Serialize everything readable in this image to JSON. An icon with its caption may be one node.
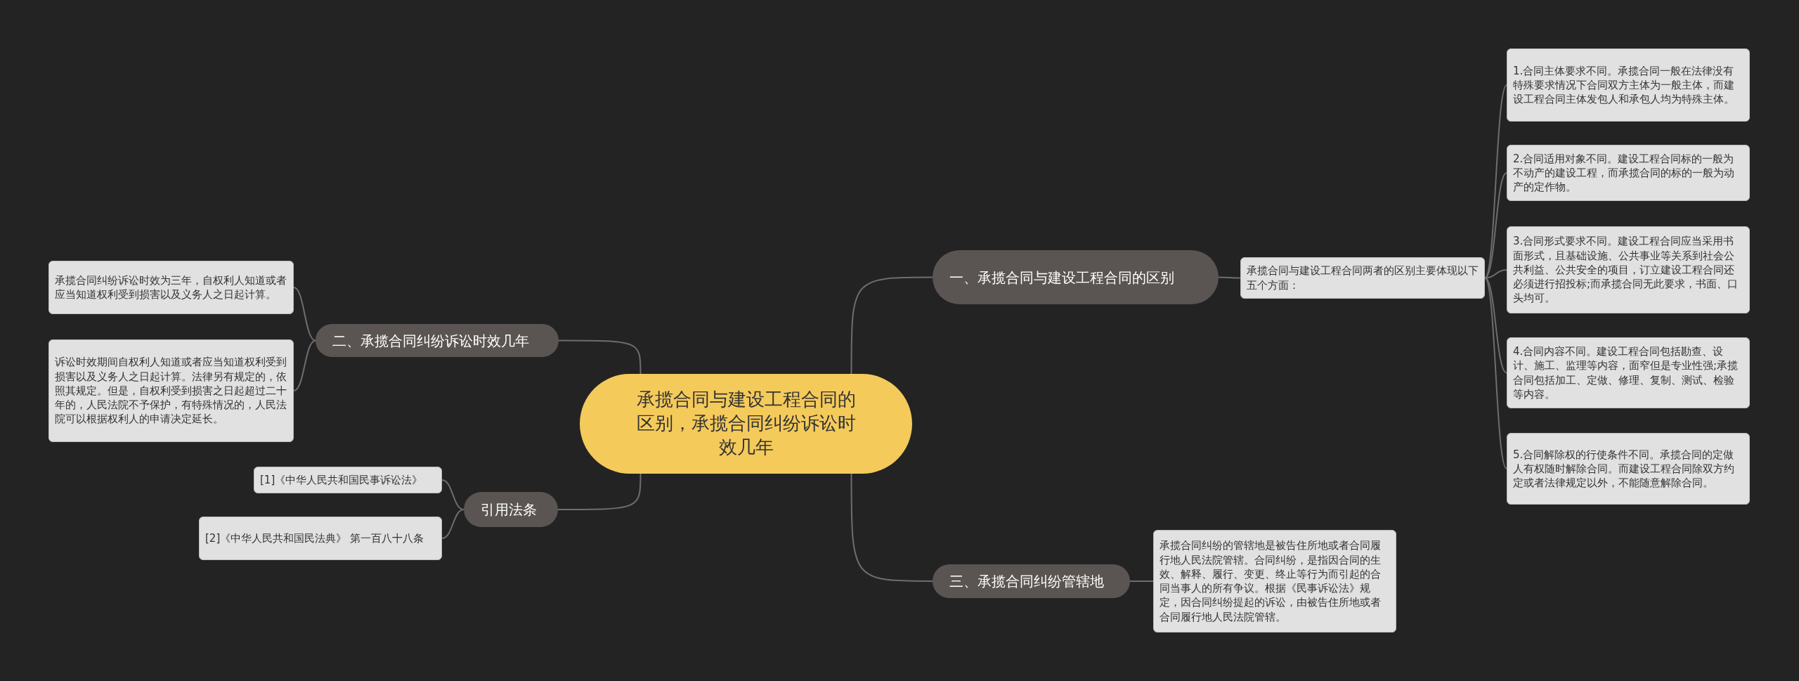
{
  "diagram": {
    "nodes": [
      {
        "text": [
          "承揽合同与建设工程合同的区别，承揽合同纠纷诉讼时效几年"
        ]
      },
      {
        "text": [
          "一、承揽合同与建设工程合同的区别"
        ]
      },
      {
        "text": [
          "承揽合同与建设工程合同两者的区别主要体现以下五个方面："
        ]
      },
      {
        "text": [
          "1.合同主体要求不同。承揽合同一般在法律没有特殊要求情况下合同双方主体为一般主体，而建设工程合同主体发包人和承包人均为特殊主体。"
        ]
      },
      {
        "text": [
          "2.合同适用对象不同。建设工程合同标的一般为不动产的建设工程，而承揽合同的标的一般为动产的定作物。"
        ]
      },
      {
        "text": [
          "3.合同形式要求不同。建设工程合同应当采用书面形式，且基础设施、公共事业等关系到社会公共利益、公共安全的项目，订立建设工程合同还必须进行招投标;而承揽合同无此要求，书面、口头均可。"
        ]
      },
      {
        "text": [
          "4.合同内容不同。建设工程合同包括勘查、设计、施工、监理等内容，面窄但是专业性强;承揽合同包括加工、定做、修理、复制、测试、检验等内容。"
        ]
      },
      {
        "text": [
          "5.合同解除权的行使条件不同。承揽合同的定做人有权随时解除合同。而建设工程合同除双方约定或者法律规定以外，不能随意解除合同。"
        ]
      },
      {
        "text": [
          "二、承揽合同纠纷诉讼时效几年"
        ]
      },
      {
        "text": [
          "承揽合同纠纷诉讼时效为三年，自权利人知道或者应当知道权利受到损害以及义务人之日起计算。"
        ]
      },
      {
        "text": [
          "诉讼时效期间自权利人知道或者应当知道权利受到损害以及义务人之日起计算。法律另有规定的，依照其规定。但是，自权利受到损害之日起超过二十年的，人民法院不予保护，有特殊情况的，人民法院可以根据权利人的申请决定延长。"
        ]
      },
      {
        "text": [
          "引用法条"
        ]
      },
      {
        "text": [
          "[1]《中华人民共和国民事诉讼法》"
        ]
      },
      {
        "text": [
          "[2]《中华人民共和国民法典》 第一百八十八条"
        ]
      },
      {
        "text": [
          "三、承揽合同纠纷管辖地"
        ]
      },
      {
        "text": [
          "承揽合同纠纷的管辖地是被告住所地或者合同履行地人民法院管辖。合同纠纷，是指因合同的生效、解释、履行、变更、终止等行为而引起的合同当事人的所有争议。根据《民事诉讼法》规定，因合同纠纷提起的诉讼，由被告住所地或者合同履行地人民法院管辖。"
        ]
      }
    ],
    "edges": [
      {
        "from": 0,
        "to": 1,
        "arrow": "none"
      },
      {
        "from": 1,
        "to": 2,
        "arrow": "none"
      },
      {
        "from": 2,
        "to": 3,
        "arrow": "none"
      },
      {
        "from": 2,
        "to": 4,
        "arrow": "none"
      },
      {
        "from": 2,
        "to": 5,
        "arrow": "none"
      },
      {
        "from": 2,
        "to": 6,
        "arrow": "none"
      },
      {
        "from": 2,
        "to": 7,
        "arrow": "none"
      },
      {
        "from": 0,
        "to": 8,
        "arrow": "none"
      },
      {
        "from": 8,
        "to": 9,
        "arrow": "none"
      },
      {
        "from": 8,
        "to": 10,
        "arrow": "none"
      },
      {
        "from": 0,
        "to": 11,
        "arrow": "none"
      },
      {
        "from": 11,
        "to": 12,
        "arrow": "none"
      },
      {
        "from": 11,
        "to": 13,
        "arrow": "none"
      },
      {
        "from": 0,
        "to": 14,
        "arrow": "none"
      },
      {
        "from": 14,
        "to": 15,
        "arrow": "none"
      }
    ]
  }
}
